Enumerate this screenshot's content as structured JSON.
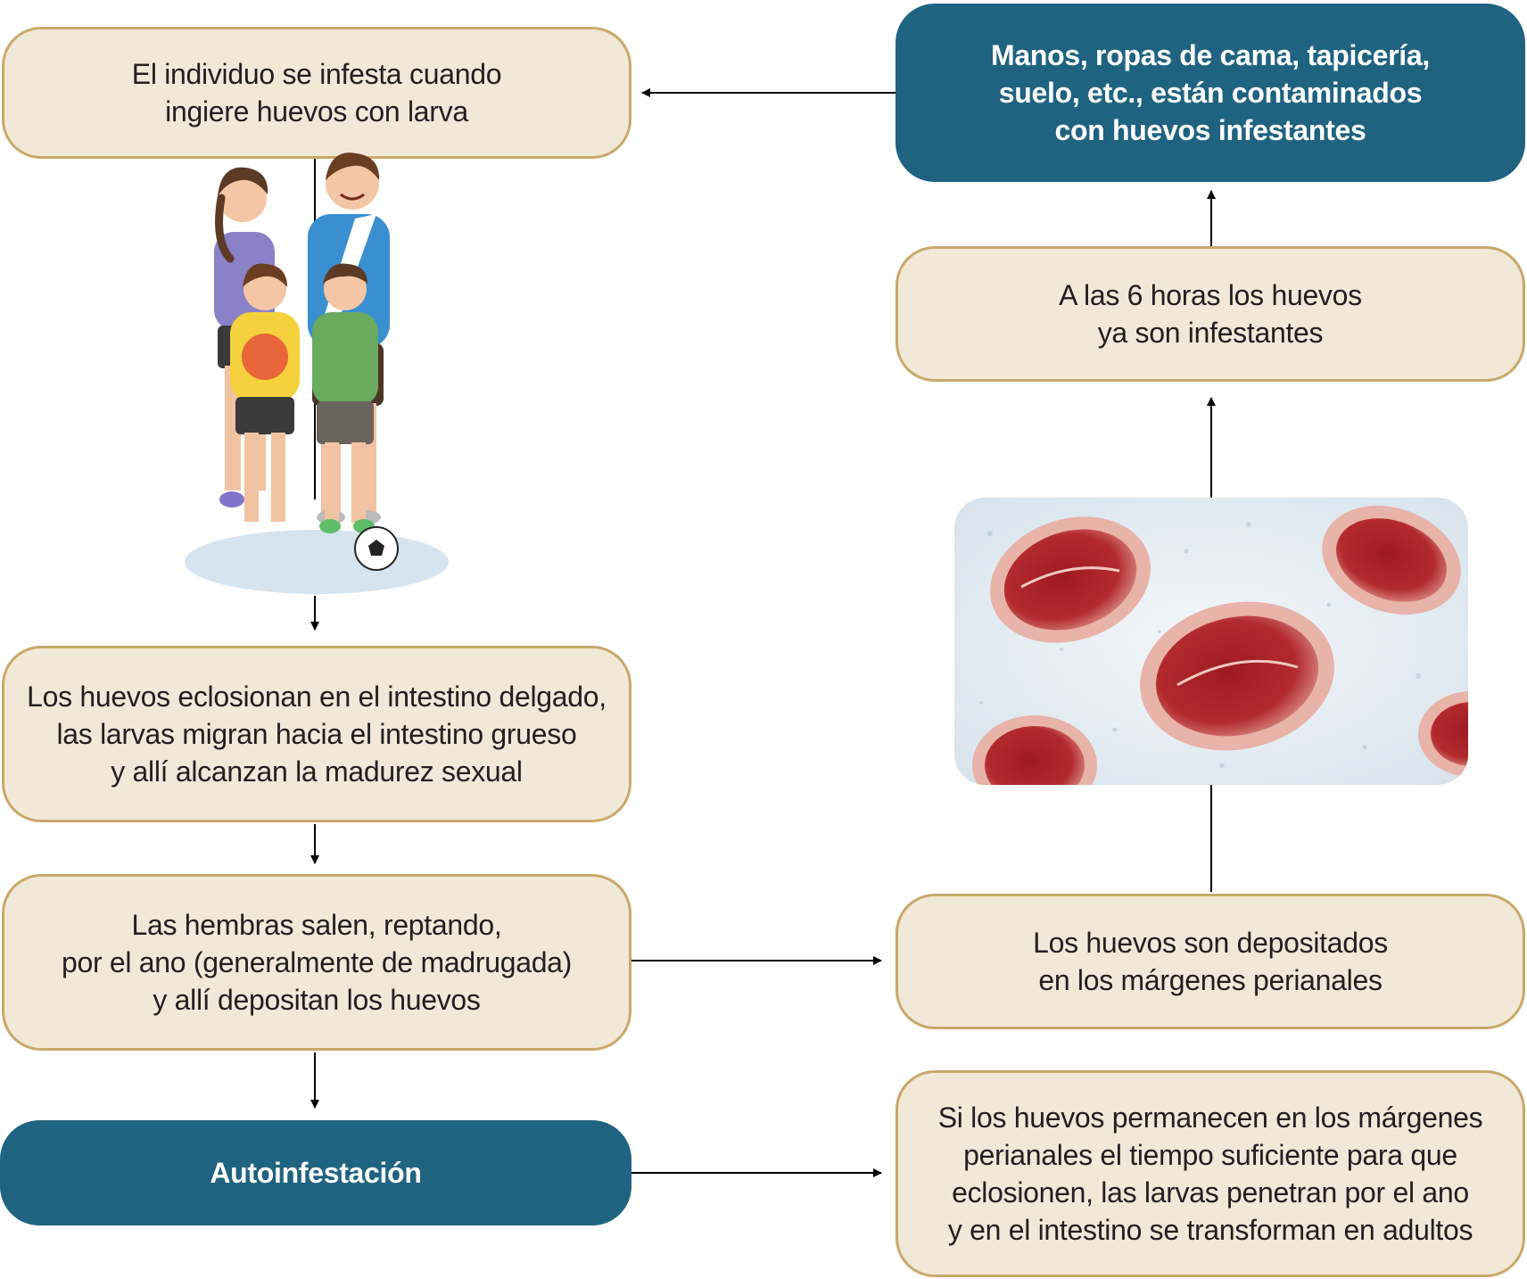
{
  "boxes": {
    "ingest": "El individuo se infesta cuando\ningiere huevos con larva",
    "contaminated": "Manos, ropas de cama, tapicería,\nsuelo, etc., están contaminados\ncon huevos infestantes",
    "infective": "A las 6 horas los huevos\nya son infestantes",
    "hatch": "Los huevos eclosionan en el intestino delgado,\nlas larvas migran hacia el intestino grueso\ny allí alcanzan la madurez sexual",
    "females": "Las hembras salen, reptando,\npor el ano (generalmente de madrugada)\ny allí depositan los huevos",
    "deposited": "Los huevos son depositados\nen los márgenes perianales",
    "autoinfestation": "Autoinfestación",
    "retroinfection": "Si los huevos permanecen en los márgenes\nperianales el tiempo suficiente para que\neclosionen, las larvas penetran por el ano\ny en el intestino se transforman en adultos"
  },
  "colors": {
    "light_fill": "#f2e8d8",
    "light_border": "#c9a86a",
    "dark_fill": "#1f6380",
    "arrow": "#000000"
  },
  "images": {
    "family": "family-illustration",
    "eggs": "pinworm-eggs-micrograph"
  }
}
